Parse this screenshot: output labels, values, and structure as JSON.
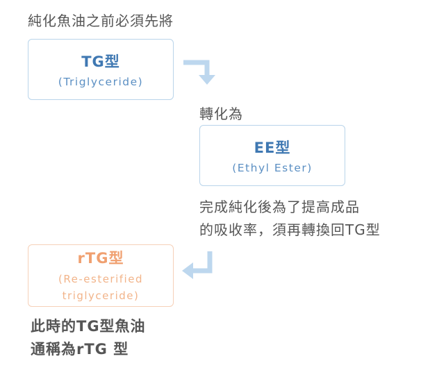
{
  "intro": "純化魚油之前必須先將",
  "tg_box": {
    "title": "TG型",
    "subtitle": "(Triglyceride)"
  },
  "step1_label": "轉化為",
  "ee_box": {
    "title": "EE型",
    "subtitle": "(Ethyl Ester)"
  },
  "step2_lines": [
    "完成純化後為了提高成品",
    "的吸收率，須再轉換回TG型"
  ],
  "rtg_box": {
    "title": "rTG型",
    "subtitle_lines": [
      "(Re-esterified",
      "triglyceride)"
    ]
  },
  "final_lines": [
    "此時的TG型魚油",
    "通稱為rTG 型"
  ],
  "colors": {
    "blue_accent": "#3f78b2",
    "blue_light": "#bdd7ee",
    "orange_accent": "#f0a070",
    "orange_light": "#f6d0b8",
    "text": "#555555"
  }
}
